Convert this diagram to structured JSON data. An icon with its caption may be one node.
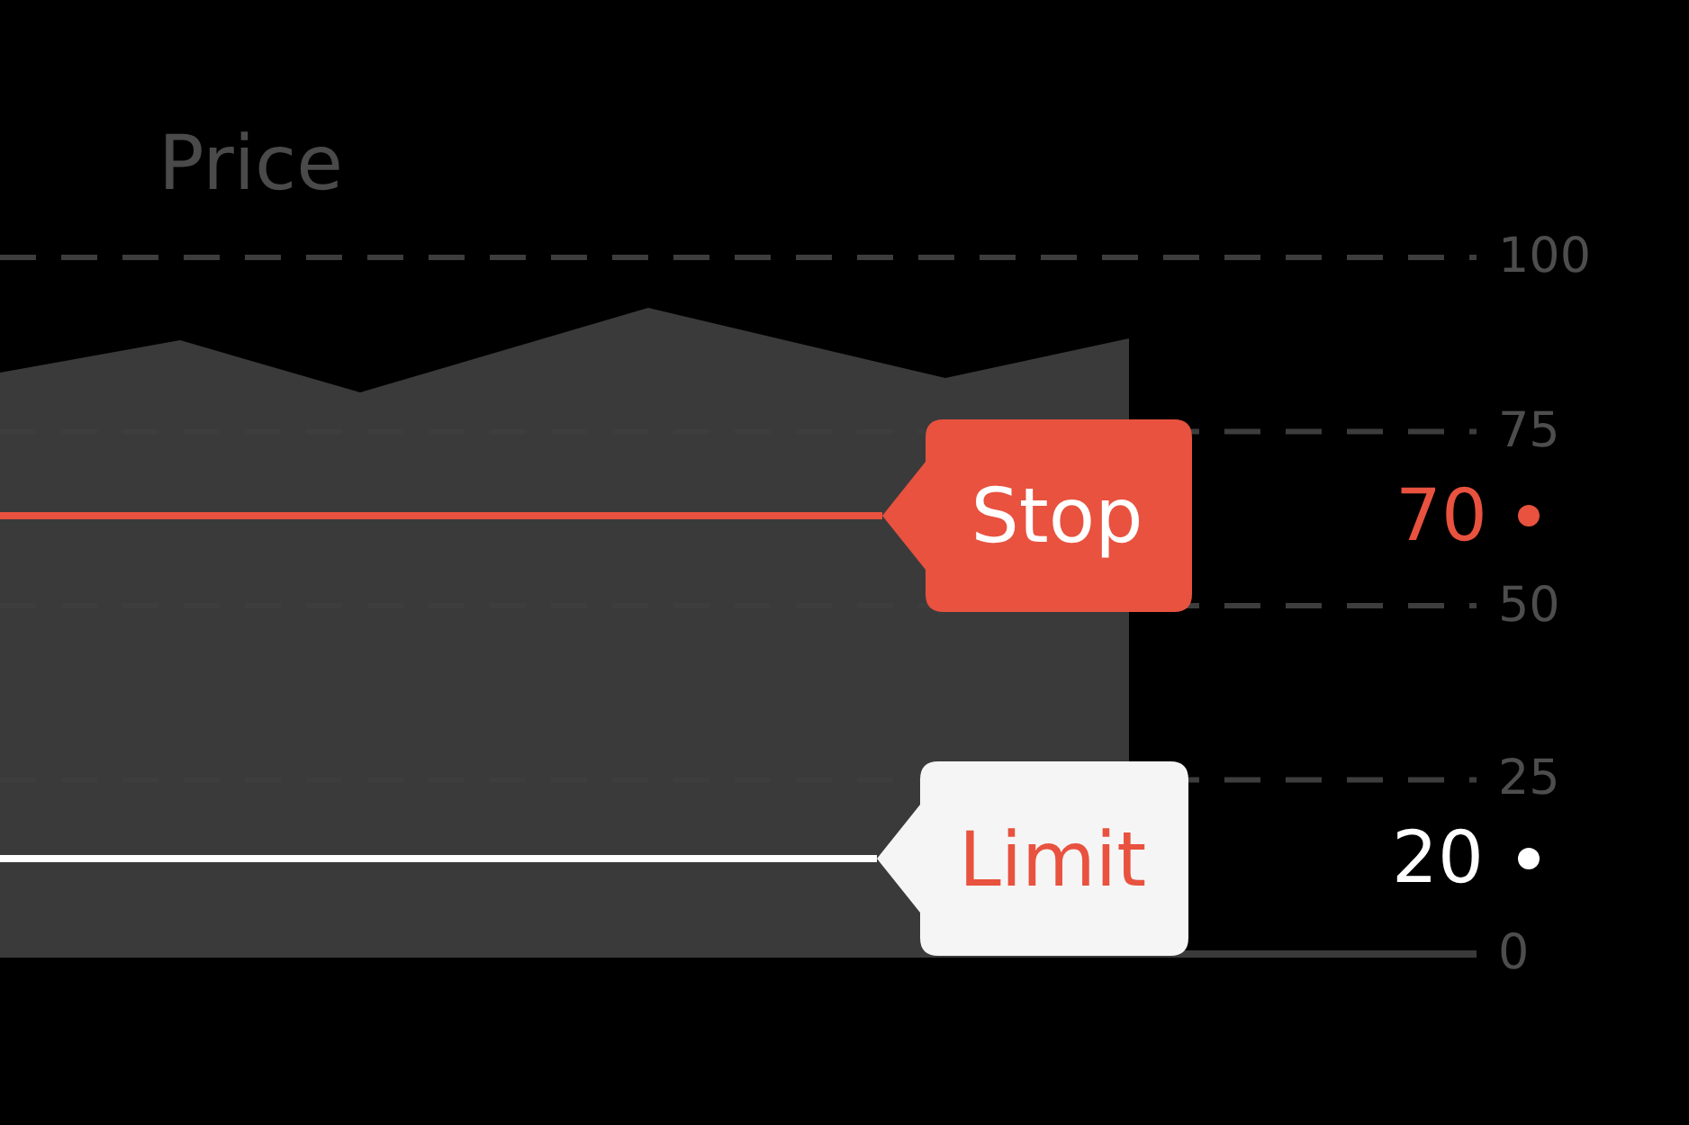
{
  "diagram": {
    "title": "Price",
    "nodes": [
      {
        "text": [
          "Stop"
        ],
        "beside": [
          "70"
        ]
      },
      {
        "text": [
          "Limit"
        ],
        "beside": [
          "20"
        ]
      }
    ],
    "edges": [
      {
        "from": null,
        "to": 0,
        "arrow": "none",
        "color": "#e8523f"
      },
      {
        "from": null,
        "to": 1,
        "arrow": "none",
        "color": "#ffffff"
      }
    ],
    "labels": [
      "100",
      "75",
      "50",
      "25",
      "0"
    ]
  }
}
